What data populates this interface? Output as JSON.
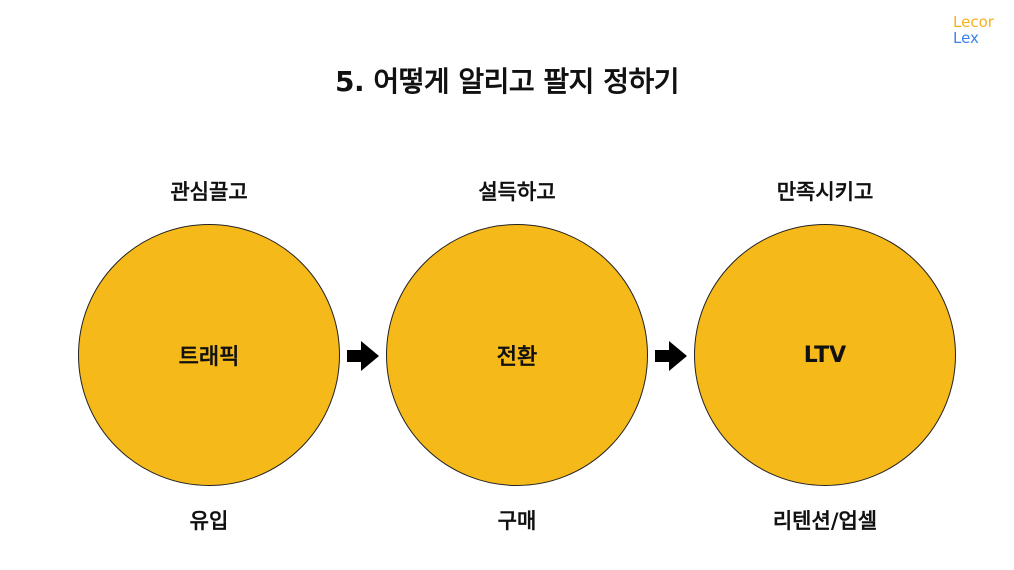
{
  "logo": {
    "line1": "Lecor",
    "line2": "Lex"
  },
  "title": "5. 어떻게 알리고 팔지 정하기",
  "colors": {
    "circle": "#f6b91a",
    "logo_top": "#f5b21b",
    "logo_bottom": "#3b82f0",
    "arrow": "#000000"
  },
  "stages": [
    {
      "top": "관심끌고",
      "center": "트래픽",
      "bottom": "유입"
    },
    {
      "top": "설득하고",
      "center": "전환",
      "bottom": "구매"
    },
    {
      "top": "만족시키고",
      "center": "LTV",
      "bottom": "리텐션/업셀"
    }
  ]
}
